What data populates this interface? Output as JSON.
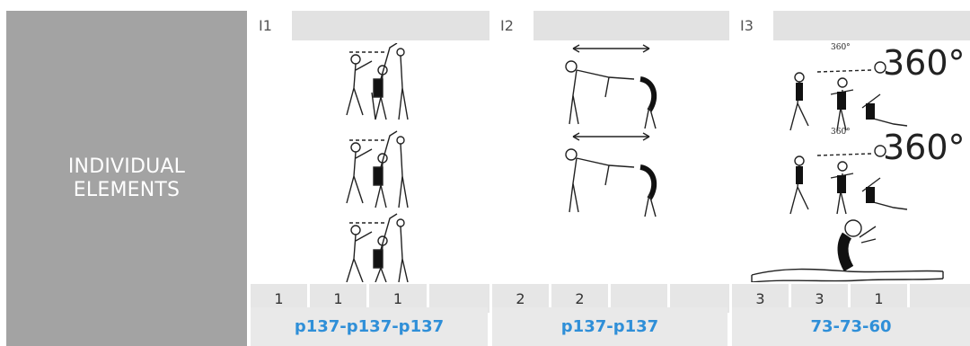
{
  "row_label": [
    "INDIVIDUAL",
    "ELEMENTS"
  ],
  "columns": [
    {
      "id": "I1",
      "scores": [
        "1",
        "1",
        "1",
        ""
      ],
      "code": "p137-p137-p137"
    },
    {
      "id": "I2",
      "scores": [
        "2",
        "2",
        "",
        ""
      ],
      "code": "p137-p137"
    },
    {
      "id": "I3",
      "scores": [
        "3",
        "3",
        "1",
        ""
      ],
      "code": "73-73-60",
      "rotation_labels": [
        "360°",
        "360°"
      ],
      "rotation_small_labels": [
        "360°",
        "360°"
      ]
    }
  ],
  "colors": {
    "label_bg": "#a3a3a3",
    "cell_bg": "#e6e6e6",
    "link": "#2f8fd8"
  }
}
